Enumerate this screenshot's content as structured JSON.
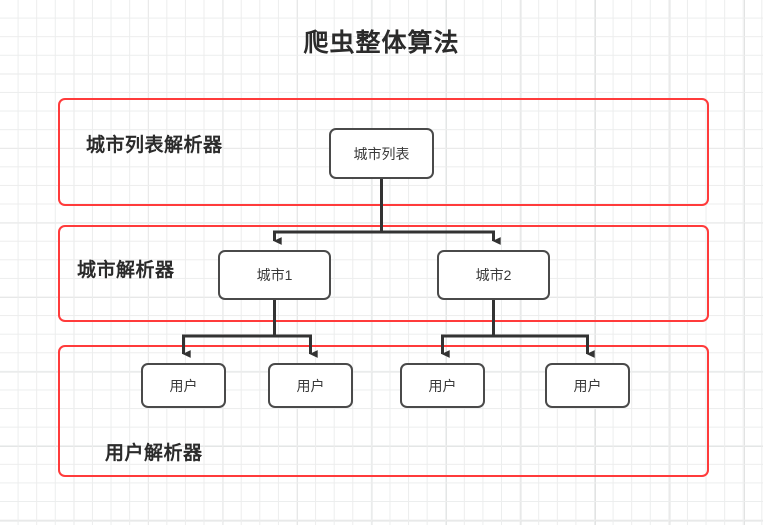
{
  "diagram": {
    "title": "爬虫整体算法",
    "colors": {
      "group_border": "#ff3b3b",
      "node_border": "#4a4a4a",
      "connector": "#333333",
      "text": "#2b2b2b",
      "grid_minor": "#eceded",
      "grid_major": "#e2e3e3",
      "background": "#ffffff"
    },
    "groups": [
      {
        "id": "city-list-parser",
        "label": "城市列表解析器"
      },
      {
        "id": "city-parser",
        "label": "城市解析器"
      },
      {
        "id": "user-parser",
        "label": "用户解析器"
      }
    ],
    "nodes": [
      {
        "id": "city-list",
        "label": "城市列表",
        "group": "city-list-parser"
      },
      {
        "id": "city-1",
        "label": "城市1",
        "group": "city-parser"
      },
      {
        "id": "city-2",
        "label": "城市2",
        "group": "city-parser"
      },
      {
        "id": "user-1",
        "label": "用户",
        "group": "user-parser"
      },
      {
        "id": "user-2",
        "label": "用户",
        "group": "user-parser"
      },
      {
        "id": "user-3",
        "label": "用户",
        "group": "user-parser"
      },
      {
        "id": "user-4",
        "label": "用户",
        "group": "user-parser"
      }
    ],
    "edges": [
      {
        "from": "city-list",
        "to": "city-1",
        "arrow": true
      },
      {
        "from": "city-list",
        "to": "city-2",
        "arrow": true
      },
      {
        "from": "city-1",
        "to": "user-1",
        "arrow": true
      },
      {
        "from": "city-1",
        "to": "user-2",
        "arrow": true
      },
      {
        "from": "city-2",
        "to": "user-3",
        "arrow": true
      },
      {
        "from": "city-2",
        "to": "user-4",
        "arrow": true
      }
    ]
  }
}
